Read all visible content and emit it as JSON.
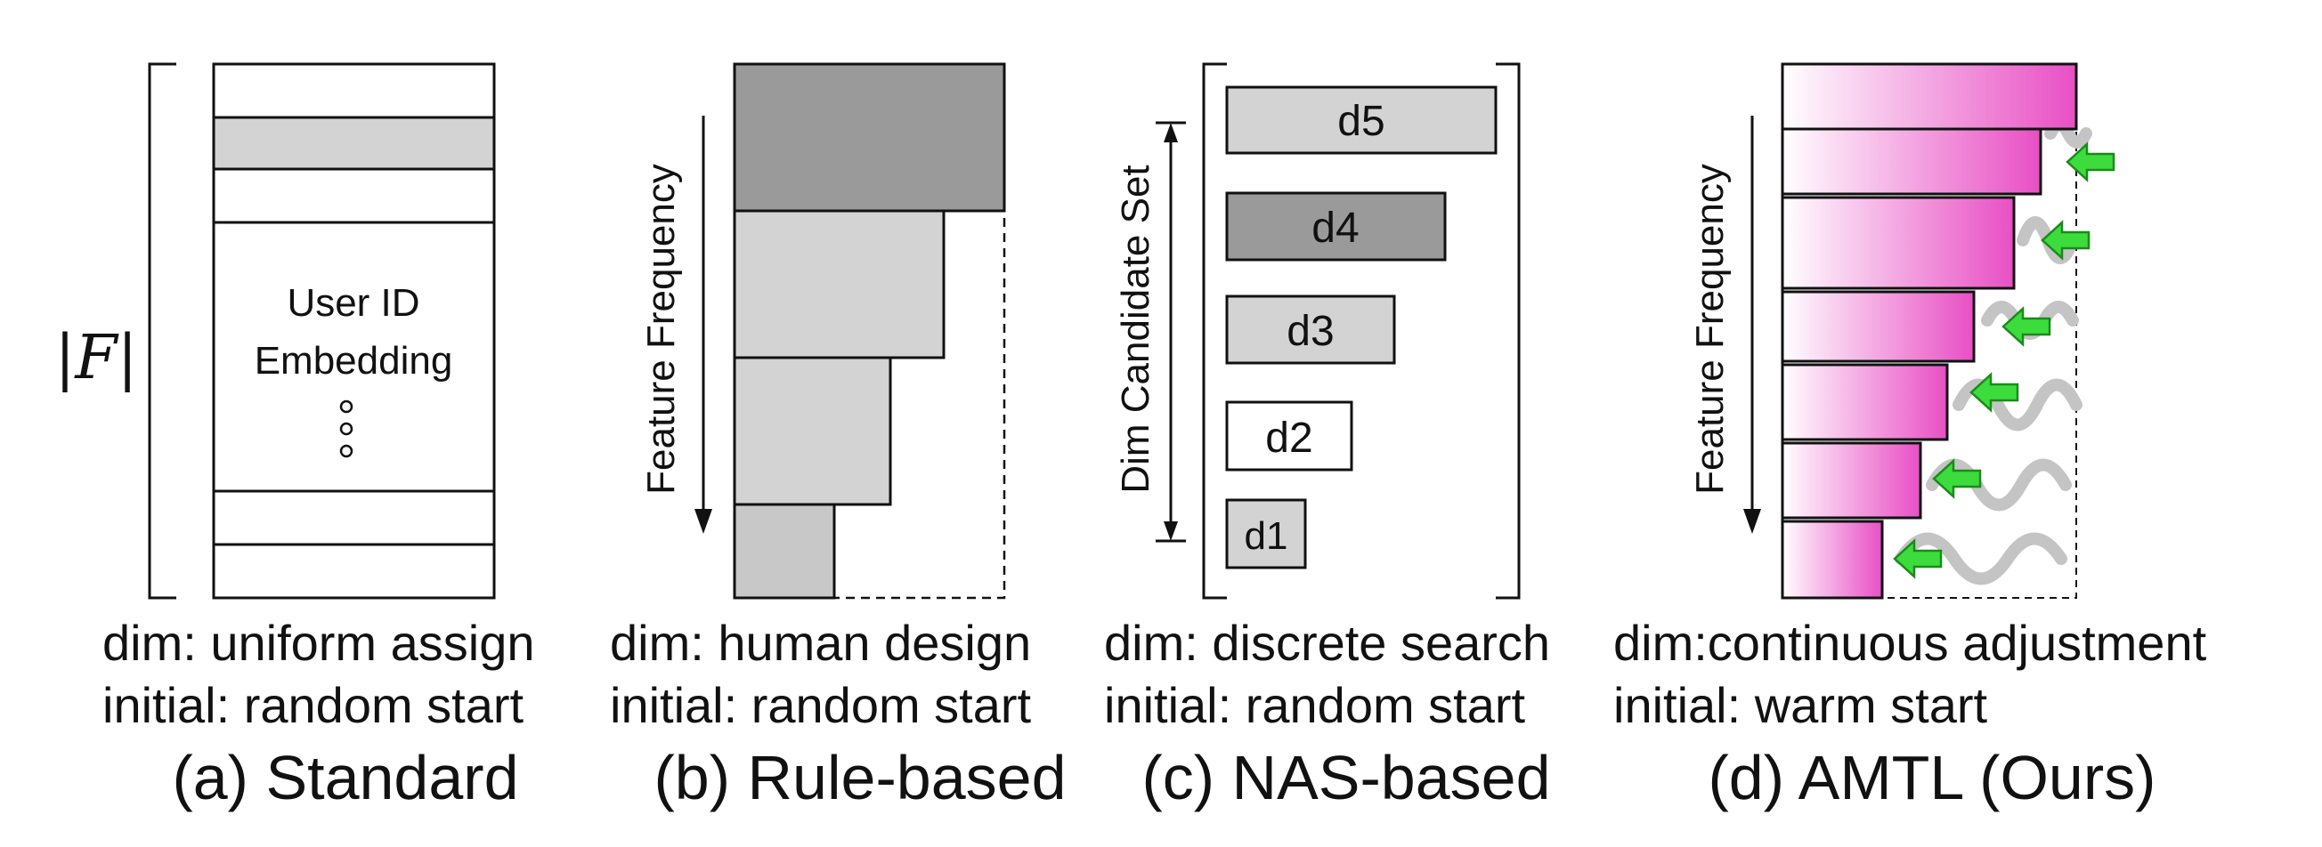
{
  "panels": {
    "a": {
      "symbol": "|F|",
      "embedding_line1": "User ID",
      "embedding_line2": "Embedding",
      "dim_caption": "dim: uniform assign",
      "initial_caption": "initial: random start",
      "title": "(a) Standard"
    },
    "b": {
      "axis_label": "Feature Frequency",
      "dim_caption": "dim: human design",
      "initial_caption": "initial: random start",
      "title": "(b) Rule-based"
    },
    "c": {
      "axis_label": "Dim Candidate Set",
      "candidates": [
        "d5",
        "d4",
        "d3",
        "d2",
        "d1"
      ],
      "dim_caption": "dim: discrete search",
      "initial_caption": "initial: random start",
      "title": "(c) NAS-based"
    },
    "d": {
      "axis_label": "Feature Frequency",
      "dim_caption": "dim:continuous adjustment",
      "initial_caption": "initial: warm start",
      "title": "(d) AMTL (Ours)"
    }
  },
  "colors": {
    "light_gray": "#d3d3d3",
    "mid_gray": "#c8c8c8",
    "dark_gray": "#9a9a9a",
    "magenta": "#e84fc4",
    "arrow_green": "#3ddc3d"
  }
}
